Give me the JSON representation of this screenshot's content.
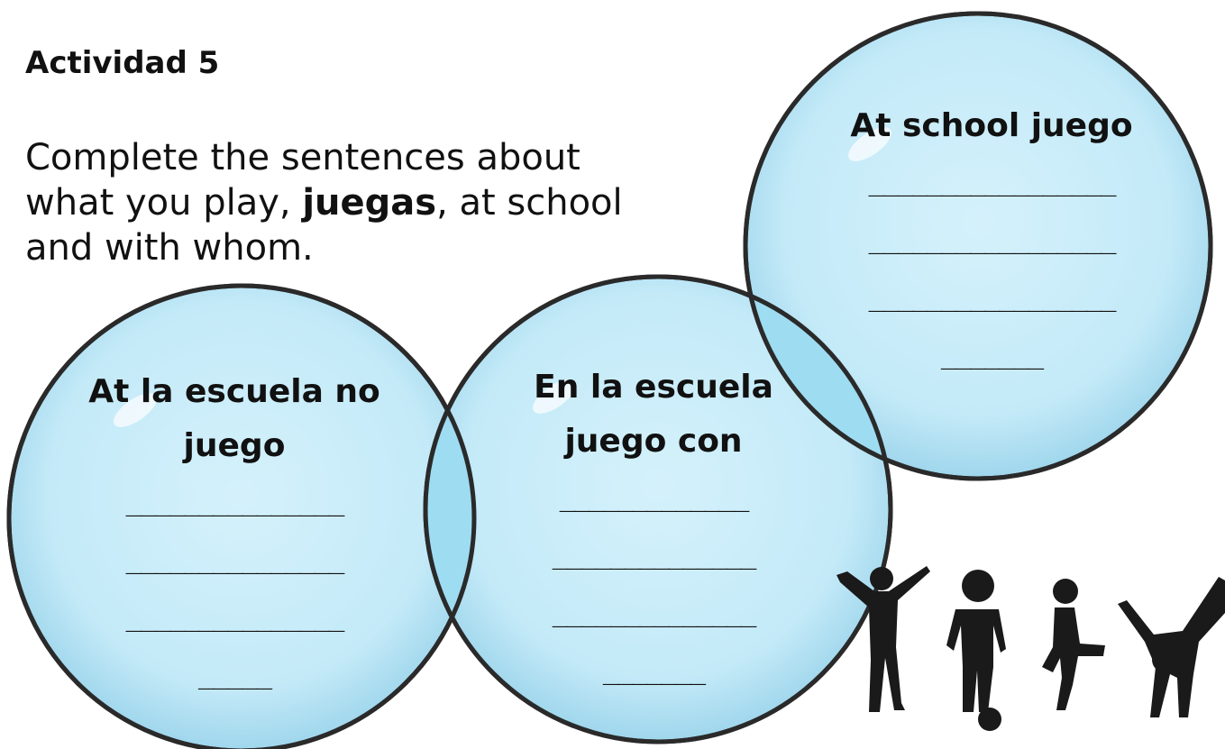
{
  "activity": {
    "title": "Actividad 5",
    "instruction_part1": "Complete the sentences about what you play, ",
    "instruction_bold": "juegas",
    "instruction_part2": ", at school and with whom."
  },
  "circles": {
    "left": {
      "heading_line1": "At la escuela no",
      "heading_line2": "juego",
      "blank_1": "_______________",
      "blank_2": "_______________",
      "blank_3": "_______________",
      "blank_4": "_____"
    },
    "middle": {
      "heading_line1": "En la escuela",
      "heading_line2": "juego con",
      "blank_1": "_____________",
      "blank_2": "______________",
      "blank_3": "______________",
      "blank_4": "_______"
    },
    "right": {
      "heading": "At school juego",
      "blank_1": "_________________",
      "blank_2": "_________________",
      "blank_3": "_________________",
      "blank_4": "_______"
    }
  },
  "colors": {
    "circle_fill": "#c8ecf8",
    "circle_overlap": "#9edcf2",
    "circle_stroke": "#2a2a2a",
    "silhouette": "#1a1a1a"
  },
  "icons": {
    "decoration": "children-playing-silhouettes-icon"
  }
}
